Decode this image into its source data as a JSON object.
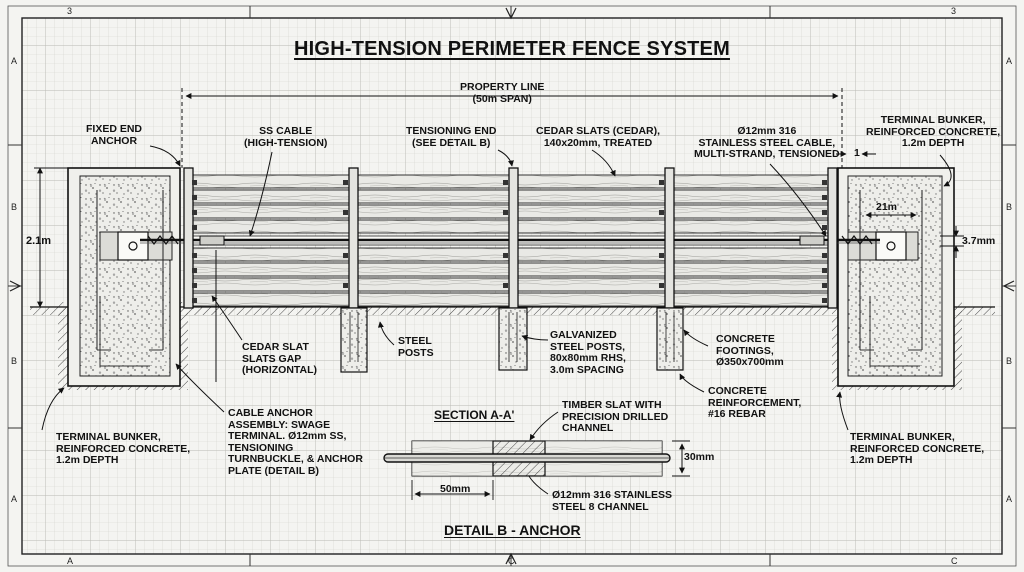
{
  "title": "HIGH-TENSION PERIMETER FENCE SYSTEM",
  "border_labels": {
    "top_left": "3",
    "top_right": "3",
    "left": [
      "A",
      "B",
      "B",
      "A"
    ],
    "right": [
      "A",
      "B",
      "B",
      "A"
    ],
    "bottom": [
      "A",
      "C",
      "C"
    ]
  },
  "callouts": {
    "property_line": "PROPERTY LINE\n(50m SPAN)",
    "fixed_end_anchor": "FIXED END\nANCHOR",
    "ss_cable": "SS CABLE\n(HIGH-TENSION)",
    "tensioning_end": "TENSIONING END\n(SEE DETAIL B)",
    "cedar_slats": "CEDAR SLATS (CEDAR),\n140x20mm, TREATED",
    "steel_cable": "Ø12mm 316\nSTAINLESS STEEL CABLE,\nMULTI-STRAND, TENSIONED",
    "terminal_bunker_top": "TERMINAL BUNKER,\nREINFORCED CONCRETE,\n1.2m DEPTH",
    "cedar_slat_gap": "CEDAR SLAT\nSLATS GAP\n(HORIZONTAL)",
    "steel_posts": "STEEL\nPOSTS",
    "galvanized_posts": "GALVANIZED\nSTEEL POSTS,\n80x80mm RHS,\n3.0m SPACING",
    "concrete_footings": "CONCRETE\nFOOTINGS,\nØ350x700mm",
    "concrete_reinforcement": "CONCRETE\nREINFORCEMENT,\n#16 REBAR",
    "cable_anchor_assembly": "CABLE ANCHOR\nASSEMBLY: SWAGE\nTERMINAL. Ø12mm SS,\nTENSIONING\nTURNBUCKLE, & ANCHOR\nPLATE (DETAIL B)",
    "terminal_bunker_left": "TERMINAL BUNKER,\nREINFORCED CONCRETE,\n1.2m DEPTH",
    "terminal_bunker_right": "TERMINAL BUNKER,\nREINFORCED CONCRETE,\n1.2m DEPTH",
    "timber_slat": "TIMBER SLAT WITH\nPRECISION DRILLED\nCHANNEL",
    "stainless_channel": "Ø12mm 316 STAINLESS\nSTEEL 8 CHANNEL"
  },
  "dimensions": {
    "height": "2.1m",
    "gap": "1",
    "bunker_width": "21m",
    "cable_offset": "3.7mm",
    "section_height": "30mm",
    "section_width": "50mm"
  },
  "section_title": "SECTION A-A'",
  "detail_title": "DETAIL B - ANCHOR",
  "colors": {
    "paper": "#f4f4f1",
    "grid": "#c9c9c4",
    "ink": "#1a1a1a",
    "wood": "#e6e6e2"
  }
}
